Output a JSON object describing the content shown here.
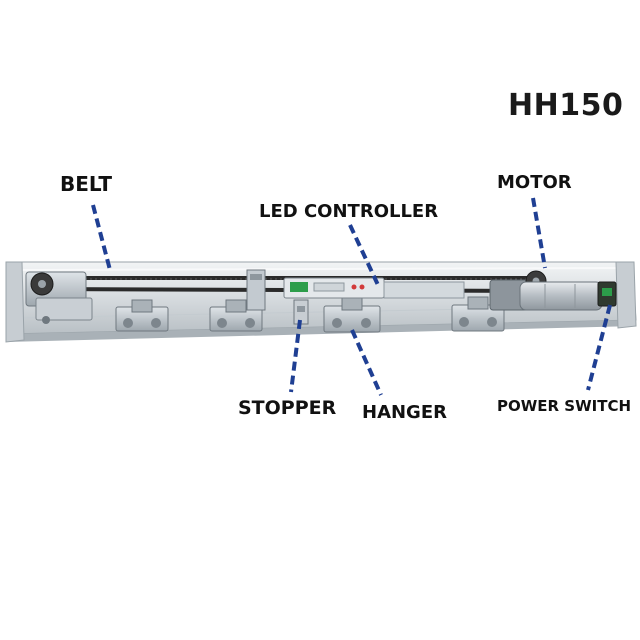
{
  "title": "HH150",
  "labels": {
    "belt": "BELT",
    "motor": "MOTOR",
    "led_controller": "LED CONTROLLER",
    "stopper": "STOPPER",
    "hanger": "HANGER",
    "power_switch": "POWER SWITCH"
  },
  "colors": {
    "leader": "#1f3f93",
    "rail": "#d9dde0",
    "belt": "#2a2a2a",
    "metal": "#b8c0c7"
  }
}
